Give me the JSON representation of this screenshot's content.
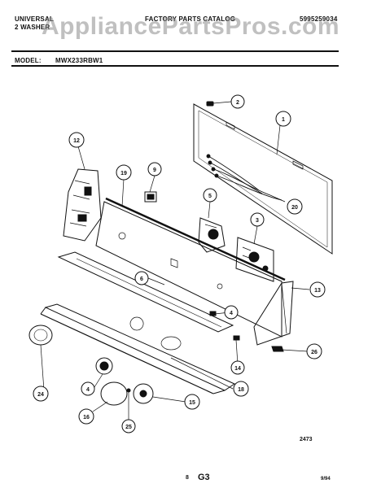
{
  "header": {
    "brand_line1": "UNIVERSAL",
    "brand_line2": "2  WASHER",
    "catalog_title": "FACTORY PARTS CATALOG",
    "catalog_number": "5995259034",
    "model_label": "MODEL:",
    "model_value": "MWX233RBW1"
  },
  "watermark": "AppliancePartsPros.com",
  "callouts": [
    "2",
    "1",
    "12",
    "19",
    "9",
    "5",
    "20",
    "3",
    "6",
    "13",
    "4",
    "26",
    "14",
    "24",
    "4",
    "18",
    "16",
    "15",
    "25"
  ],
  "footer": {
    "drawing_number": "2473",
    "page_number": "8",
    "section_code": "G3",
    "date_code": "9/94"
  },
  "colors": {
    "line": "#111111",
    "watermark": "#8c8c8c"
  }
}
